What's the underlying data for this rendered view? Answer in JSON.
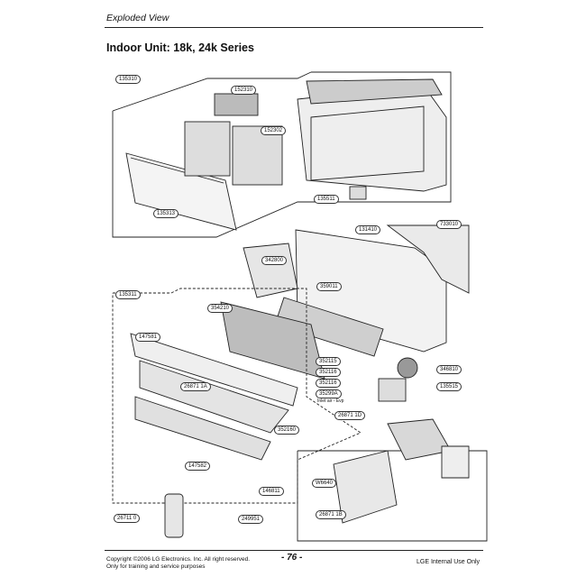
{
  "header": {
    "section": "Exploded View"
  },
  "title": "Indoor Unit: 18k, 24k Series",
  "callouts": [
    "135310",
    "152310",
    "152302",
    "135511",
    "135313",
    "733010",
    "131410",
    "342800",
    "359011",
    "135311",
    "354210",
    "147581",
    "26871 1A",
    "352115",
    "352116",
    "352116",
    "35299A",
    "346810",
    "135515",
    "352160",
    "26871 1D",
    "147582",
    "146811",
    "W6640",
    "26871 1B",
    "249951",
    "26711 0"
  ],
  "callout_extra": "Inlet air - Evp",
  "footer": {
    "copyright_line1": "Copyright ©2006 LG Electronics. Inc. All right reserved.",
    "copyright_line2": "Only for training and service purposes",
    "page": "- 76 -",
    "right": "LGE Internal Use Only"
  }
}
